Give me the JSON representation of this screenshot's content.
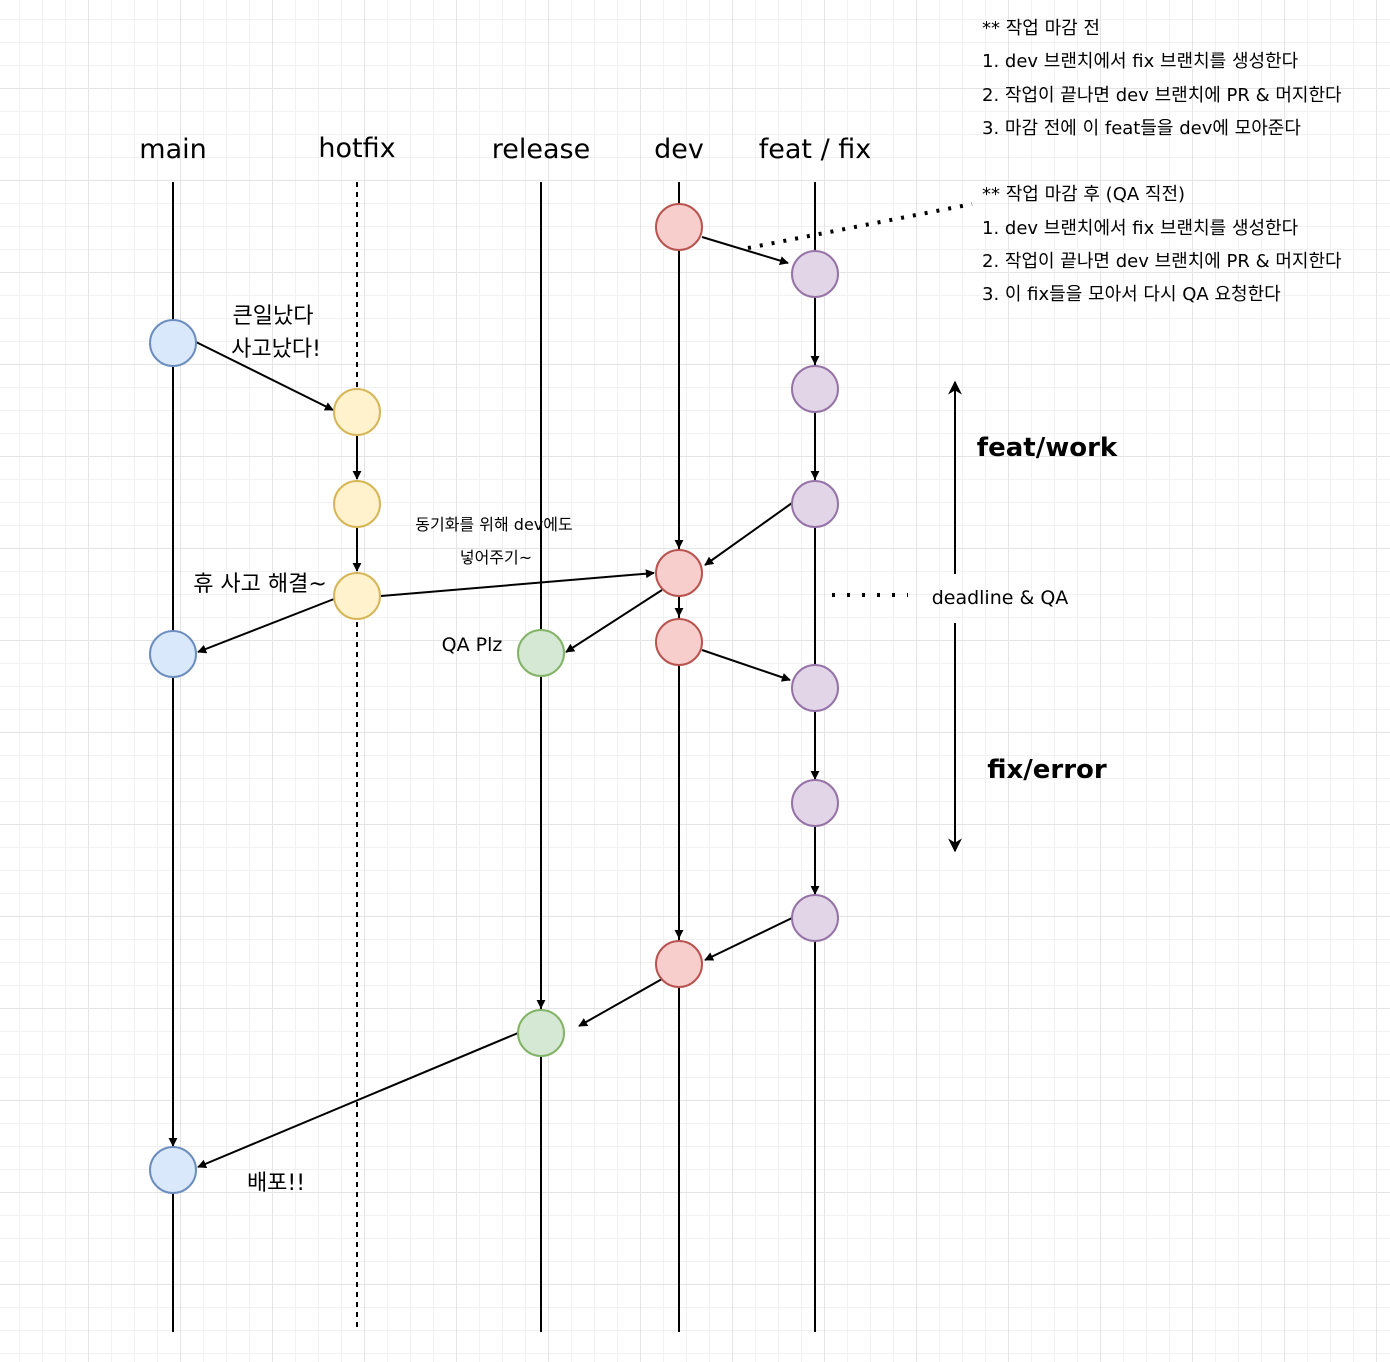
{
  "lanes": {
    "main": "main",
    "hotfix": "hotfix",
    "release": "release",
    "dev": "dev",
    "feat": "feat / fix"
  },
  "colors": {
    "main": {
      "fill": "#dae8fc",
      "stroke": "#6c8ebf"
    },
    "hotfix": {
      "fill": "#fff2cc",
      "stroke": "#d6b656"
    },
    "release": {
      "fill": "#d5e8d4",
      "stroke": "#82b366"
    },
    "dev": {
      "fill": "#f8cecc",
      "stroke": "#b85450"
    },
    "feat": {
      "fill": "#e1d5e7",
      "stroke": "#9673a6"
    }
  },
  "annotations": {
    "incident_line1": "큰일났다",
    "incident_line2": "사고났다!",
    "sync_line1": "동기화를 위해 dev에도",
    "sync_line2": "넣어주기~",
    "resolved": "휴 사고 해결~",
    "qa_please": "QA Plz",
    "deploy": "배포!!",
    "deadline": "deadline & QA",
    "phase_work": "feat/work",
    "phase_fix": "fix/error"
  },
  "notes": {
    "before": {
      "heading": "** 작업 마감 전",
      "steps": [
        "1. dev 브랜치에서 fix 브랜치를 생성한다",
        "2. 작업이 끝나면 dev 브랜치에 PR & 머지한다",
        "3. 마감 전에 이 feat들을 dev에 모아준다"
      ]
    },
    "after": {
      "heading": "** 작업 마감 후 (QA 직전)",
      "steps": [
        "1. dev 브랜치에서 fix 브랜치를 생성한다",
        "2. 작업이 끝나면 dev 브랜치에 PR & 머지한다",
        "3. 이 fix들을 모아서 다시 QA 요청한다"
      ]
    }
  }
}
